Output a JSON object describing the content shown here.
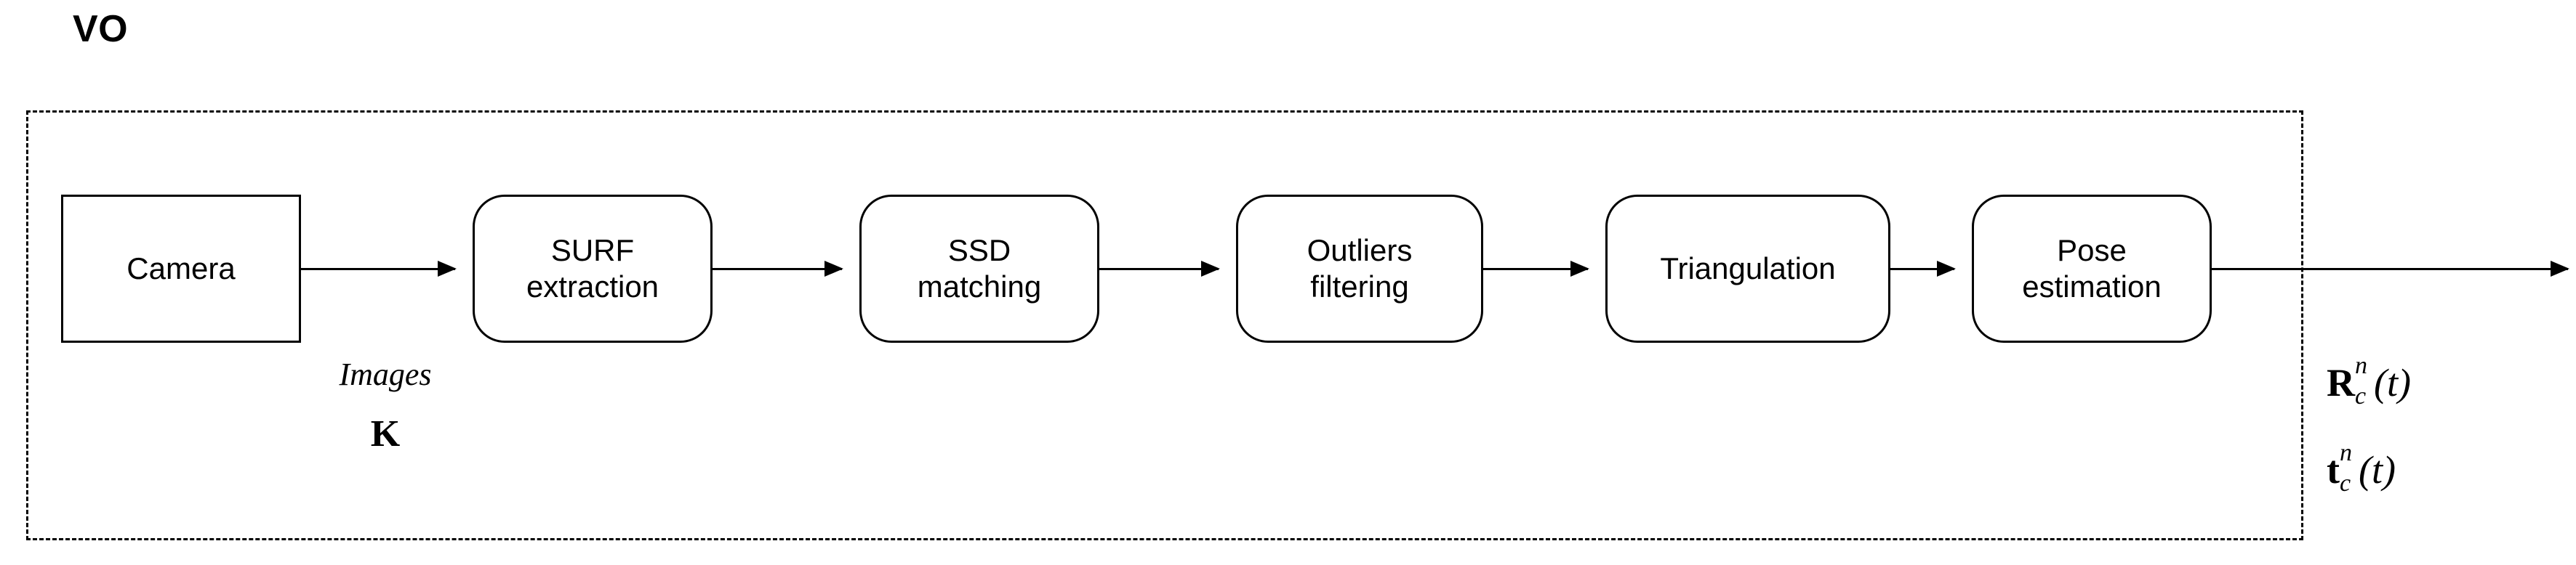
{
  "diagram": {
    "title": "VO",
    "nodes": [
      {
        "id": "camera",
        "label": "Camera",
        "shape": "rect"
      },
      {
        "id": "surf",
        "label": "SURF\nextraction",
        "shape": "rounded-rect"
      },
      {
        "id": "ssd",
        "label": "SSD\nmatching",
        "shape": "rounded-rect"
      },
      {
        "id": "outliers",
        "label": "Outliers\nfiltering",
        "shape": "rounded-rect"
      },
      {
        "id": "triangulation",
        "label": "Triangulation",
        "shape": "rounded-rect"
      },
      {
        "id": "pose",
        "label": "Pose\nestimation",
        "shape": "rounded-rect"
      }
    ],
    "edge_notes": {
      "images": "Images",
      "intrinsics": "K"
    },
    "outputs": {
      "rotation": {
        "base": "R",
        "sup": "n",
        "sub": "c",
        "arg": "(t)"
      },
      "translation": {
        "base": "t",
        "sup": "n",
        "sub": "c",
        "arg": "(t)"
      }
    },
    "style": {
      "stroke": "#000000",
      "background": "#ffffff",
      "container_border": "dashed"
    }
  }
}
